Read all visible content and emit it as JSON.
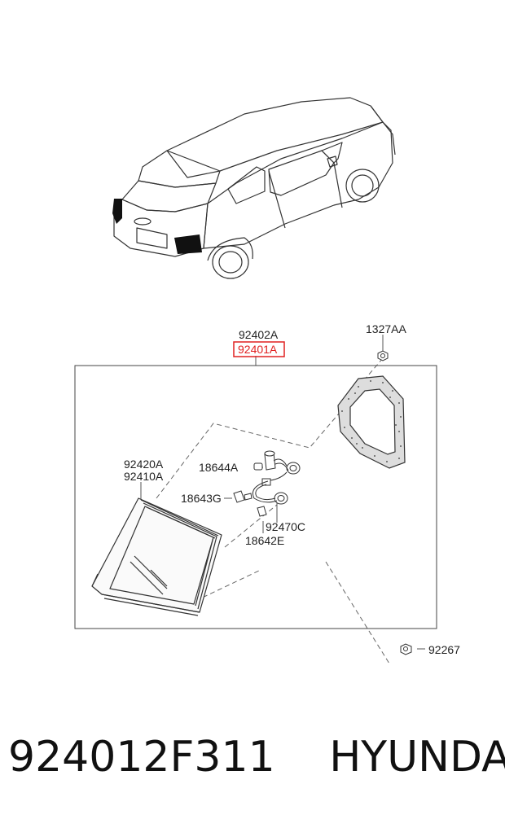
{
  "parts": {
    "lamp_asm_rh": "92402A",
    "lamp_asm_lh": "92401A",
    "screw": "1327AA",
    "lens_housing_1": "92420A",
    "lens_housing_2": "92410A",
    "bulb_1": "18644A",
    "bulb_2": "18643G",
    "socket_wiring": "92470C",
    "bulb_3": "18642E",
    "nut": "92267"
  },
  "highlight": {
    "part": "92401A",
    "color": "#e02020"
  },
  "footer": {
    "part_number": "924012F311",
    "brand": "HYUNDAI"
  }
}
